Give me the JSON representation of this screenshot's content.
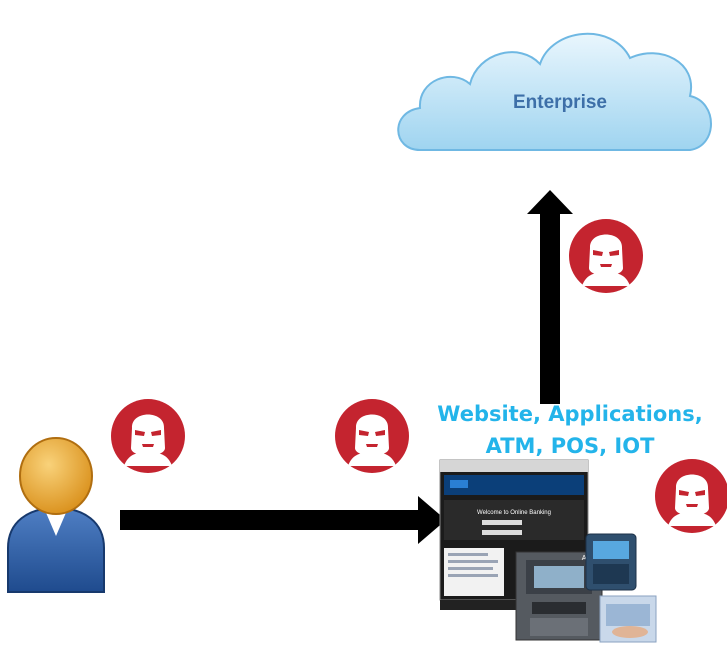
{
  "diagram": {
    "cloud": {
      "label": "Enterprise",
      "icon": "cloud-icon"
    },
    "user": {
      "icon": "user-icon"
    },
    "threat_icon": "masked-attacker-icon",
    "caption": {
      "line1": "Website, Applications,",
      "line2": "ATM, POS, IOT"
    },
    "channels": {
      "banking_page": {
        "header": "Welcome to Online Banking"
      },
      "atm": {
        "label": "ATM"
      }
    },
    "colors": {
      "threat_red": "#c4242f",
      "caption_blue": "#23b4ea",
      "cloud_text": "#3d6fa8",
      "arrow": "#000000"
    }
  }
}
